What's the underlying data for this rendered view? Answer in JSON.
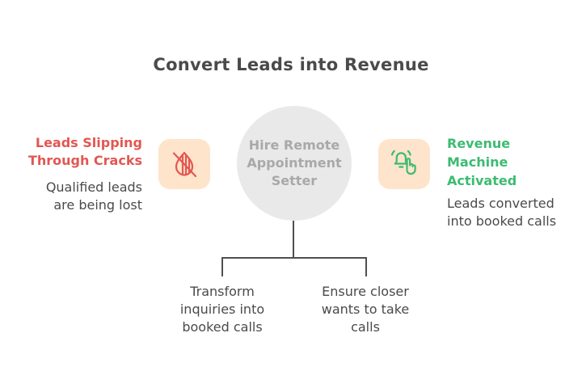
{
  "title": "Convert Leads into Revenue",
  "diagram": {
    "left": {
      "heading": "Leads Slipping Through Cracks",
      "description": "Qualified leads are being lost",
      "icon": "droplet-off-icon"
    },
    "center": {
      "label": "Hire Remote Appointment Setter"
    },
    "right": {
      "heading": "Revenue Machine Activated",
      "description": "Leads converted into booked calls",
      "icon": "bell-tap-icon"
    },
    "branches": [
      {
        "label": "Transform inquiries into booked calls"
      },
      {
        "label": "Ensure closer wants to take calls"
      }
    ]
  },
  "colors": {
    "title_text": "#4a4a4a",
    "body_text": "#4a4a4a",
    "negative_red": "#e25752",
    "positive_green": "#3dbb72",
    "icon_tile_bg": "#fde4cb",
    "circle_bg": "#e9e9e9",
    "circle_text": "#a9a9a9",
    "connector_line": "#4f4f4f"
  }
}
